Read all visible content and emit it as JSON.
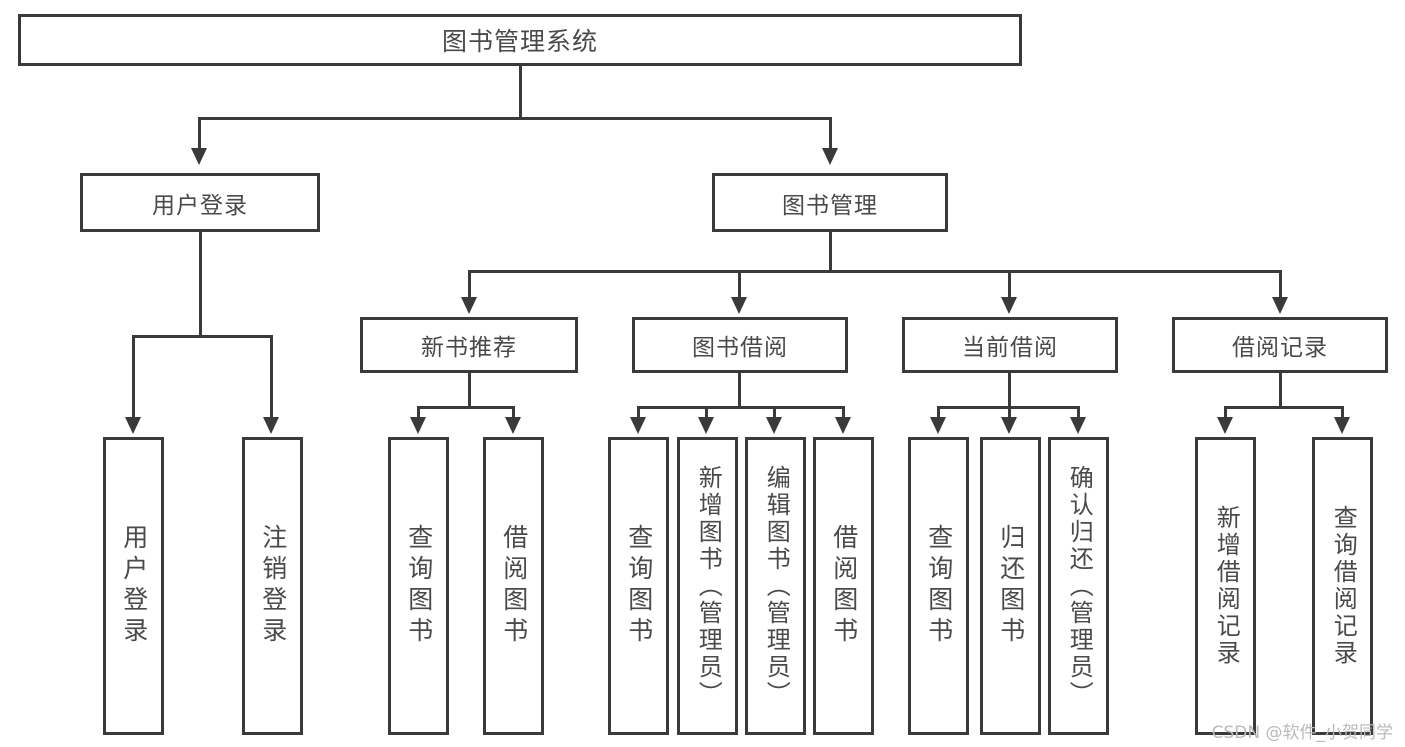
{
  "diagram": {
    "title": "图书管理系统",
    "type": "tree-hierarchy",
    "watermark": "CSDN @软件_小贺同学",
    "root": {
      "label": "图书管理系统"
    },
    "level2": [
      {
        "label": "用户登录"
      },
      {
        "label": "图书管理"
      }
    ],
    "level3": [
      {
        "label": "新书推荐"
      },
      {
        "label": "图书借阅"
      },
      {
        "label": "当前借阅"
      },
      {
        "label": "借阅记录"
      }
    ],
    "leaves": [
      {
        "label": "用户登录"
      },
      {
        "label": "注销登录"
      },
      {
        "label": "查询图书"
      },
      {
        "label": "借阅图书"
      },
      {
        "label": "查询图书"
      },
      {
        "label": "新增图书（管理员）"
      },
      {
        "label": "编辑图书（管理员）"
      },
      {
        "label": "借阅图书"
      },
      {
        "label": "查询图书"
      },
      {
        "label": "归还图书"
      },
      {
        "label": "确认归还（管理员）"
      },
      {
        "label": "新增借阅记录"
      },
      {
        "label": "查询借阅记录"
      }
    ]
  },
  "colors": {
    "stroke": "#3a3a3a",
    "text": "#4a4a4a",
    "background": "#ffffff",
    "watermark": "#b9b9b9"
  }
}
